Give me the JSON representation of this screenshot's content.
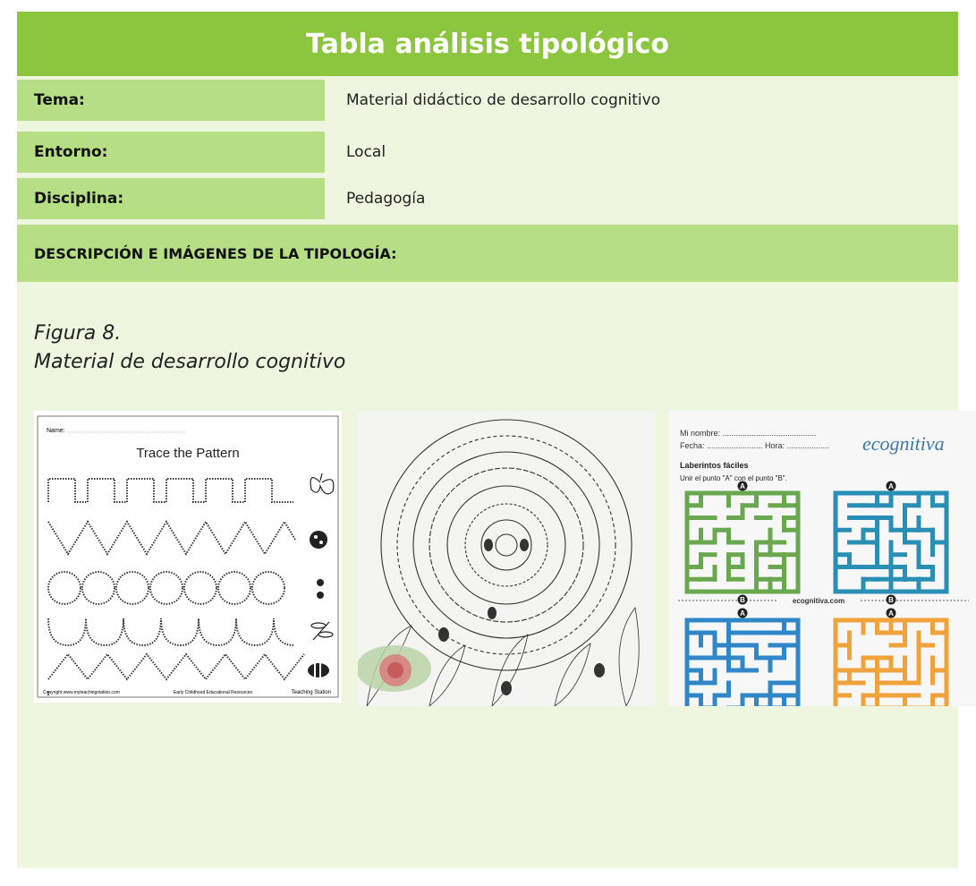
{
  "table": {
    "title": "Tabla análisis tipológico",
    "rows": [
      {
        "label": "Tema:",
        "value": "Material didáctico de desarrollo cognitivo"
      },
      {
        "label": "Entorno:",
        "value": "Local"
      },
      {
        "label": "Disciplina:",
        "value": "Pedagogía"
      }
    ],
    "section_heading": "DESCRIPCIÓN E IMÁGENES DE LA TIPOLOGÍA:"
  },
  "figure": {
    "number": "Figura 8.",
    "caption": "Material de desarrollo cognitivo"
  },
  "images": {
    "trace": {
      "name_label": "Name:",
      "title": "Trace the Pattern",
      "footer_left": "Copyright www.myteachingstation.com",
      "footer_mid": "Early Childhood Educational Resources",
      "footer_right": "Teaching Station"
    },
    "maze": {
      "line1": "Mi nombre: ..........................................",
      "line2": "Fecha: ......................... Hora: ...................",
      "brand": "ecognitiva",
      "heading": "Laberintos fáciles",
      "instruction": "Unir el punto \"A\" con el punto \"B\".",
      "site": "ecognitiva.com",
      "point_a": "A",
      "point_b": "B",
      "colors": [
        "#6aa84f",
        "#2a8fb5",
        "#2f87c8",
        "#f0a33a"
      ]
    }
  },
  "colors": {
    "title_bg": "#8cc63e",
    "label_bg": "#b6de84",
    "sheet_bg": "#eef6e0"
  }
}
